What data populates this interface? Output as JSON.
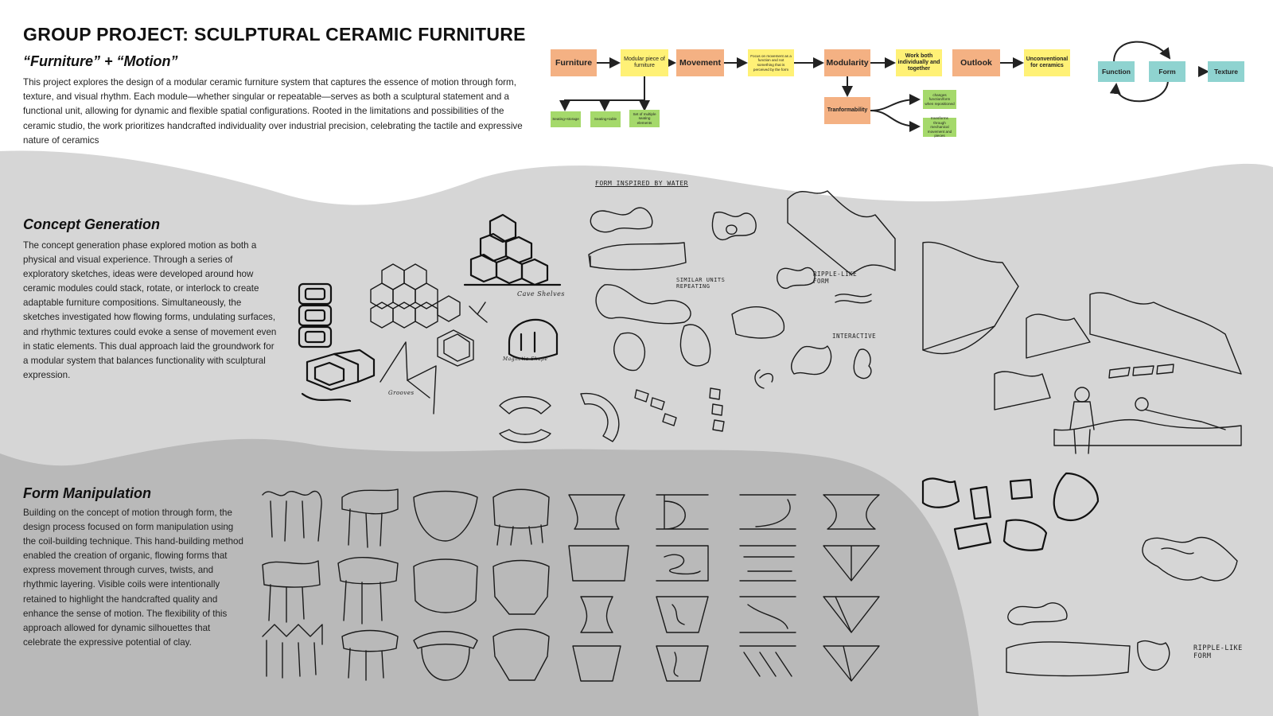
{
  "header": {
    "title": "GROUP PROJECT: SCULPTURAL CERAMIC FURNITURE",
    "subtitle": "“Furniture” + “Motion”",
    "intro": "This project explores the design of a modular ceramic furniture system that captures the essence of motion through form, texture, and visual rhythm. Each module—whether singular or repeatable—serves as both a sculptural statement and a functional unit, allowing for dynamic and flexible spatial configurations. Rooted in the limitations and possibilities of the ceramic studio, the work prioritizes handcrafted individuality over industrial precision, celebrating the tactile and expressive nature of ceramics"
  },
  "flowchart": {
    "furniture": "Furniture",
    "modular_piece": "Modular piece of furniture",
    "movement": "Movement",
    "movement_note": "Focus on movement as a function and not something that is perceived by the form",
    "modularity": "Modularity",
    "work_both": "Work both individually and together",
    "outlook": "Outlook",
    "unconventional": "Unconventional for ceramics",
    "leaves": [
      "Seating+storage",
      "Seating+table",
      "Set of multiple seating elements"
    ],
    "transformability": "Tranformability",
    "transform_out": [
      "changes function/form when repositioned",
      "transforms through mechanical movement and pieces"
    ]
  },
  "cycle": {
    "function": "Function",
    "form": "Form",
    "texture": "Texture"
  },
  "concept": {
    "heading": "Concept Generation",
    "body": "The concept generation phase explored motion as both a physical and visual experience. Through a series of exploratory sketches, ideas were developed around how ceramic modules could stack, rotate, or interlock to create adaptable furniture compositions. Simultaneously, the sketches investigated how flowing forms, undulating surfaces, and rhythmic textures could evoke a sense of movement even in static elements. This dual approach laid the groundwork for a modular system that balances functionality with sculptural expression."
  },
  "form_manipulation": {
    "heading": "Form Manipulation",
    "body": "Building on the concept of motion through form, the design process focused on form manipulation using the coil-building technique. This hand-building method enabled the creation of organic, flowing forms that express movement through curves, twists, and rhythmic layering. Visible coils were intentionally retained to highlight the handcrafted quality and enhance the sense of motion. The flexibility of this approach allowed for dynamic silhouettes that celebrate the expressive potential of clay."
  },
  "sketch_notes": {
    "form_inspired": "FORM INSPIRED BY WATER",
    "similar_units": "SIMILAR UNITS REPEATING",
    "ripple_like": "RIPPLE-LIKE FORM",
    "interactive": "INTERACTIVE",
    "cave_shelves": "Cave Shelves",
    "magnetic_shape": "Magnetic Shape",
    "grooves": "Grooves",
    "ripple_like_2": "RIPPLE-LIKE FORM"
  },
  "colors": {
    "orange": "#f4b183",
    "yellow": "#fff176",
    "green": "#a5d96b",
    "teal": "#8fd3d0",
    "band_light": "#d6d6d6",
    "band_dark": "#b9b9b9"
  }
}
